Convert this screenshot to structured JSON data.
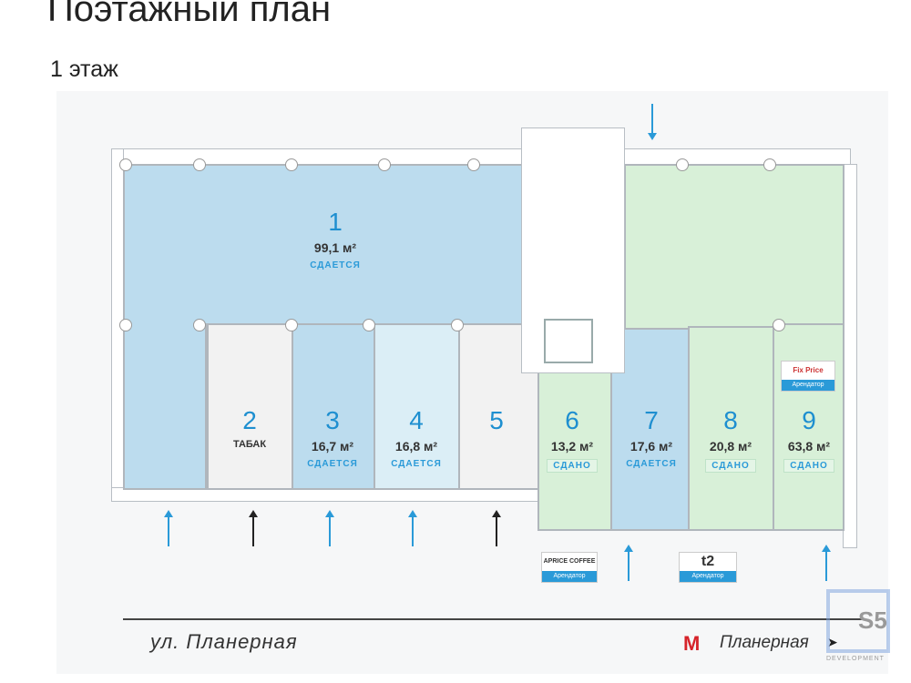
{
  "title": "Поэтажный план",
  "floor": "1 этаж",
  "rooms": [
    {
      "num": "1",
      "area": "99,1 м²",
      "status": "СДАЕТСЯ"
    },
    {
      "num": "2",
      "tenant": "ТАБАК"
    },
    {
      "num": "3",
      "area": "16,7 м²",
      "status": "СДАЕТСЯ"
    },
    {
      "num": "4",
      "area": "16,8 м²",
      "status": "СДАЕТСЯ"
    },
    {
      "num": "5"
    },
    {
      "num": "6",
      "area": "13,2 м²",
      "status": "СДАНО"
    },
    {
      "num": "7",
      "area": "17,6 м²",
      "status": "СДАЕТСЯ"
    },
    {
      "num": "8",
      "area": "20,8 м²",
      "status": "СДАНО"
    },
    {
      "num": "9",
      "area": "63,8 м²",
      "status": "СДАНО"
    }
  ],
  "tenant_badges": [
    {
      "logo": "APRICE COFFEE",
      "label": "Арендатор"
    },
    {
      "logo": "t2",
      "label": "Арендатор"
    },
    {
      "logo": "Fix Price",
      "label": "Арендатор"
    }
  ],
  "street": "ул. Планерная",
  "metro": {
    "icon": "metro-m-icon",
    "name": "Планерная",
    "color": "#d6232a"
  },
  "logo": {
    "text": "S5",
    "sub": "DEVELOPMENT"
  },
  "colors": {
    "for_rent": "#bcdcee",
    "rented": "#d8f0d8",
    "accent": "#1e8fd0"
  }
}
